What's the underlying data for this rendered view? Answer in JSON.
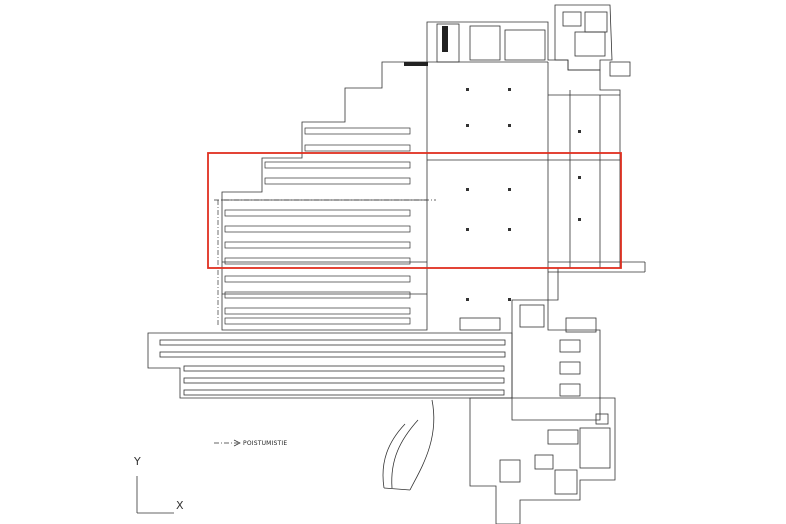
{
  "legend": {
    "exit_route_label": "POISTUMISTIE"
  },
  "axes": {
    "y_label": "Y",
    "x_label": "X"
  },
  "colors": {
    "line": "#333333",
    "highlight": "#e03020",
    "background": "#ffffff",
    "dark_fill": "#222222"
  }
}
